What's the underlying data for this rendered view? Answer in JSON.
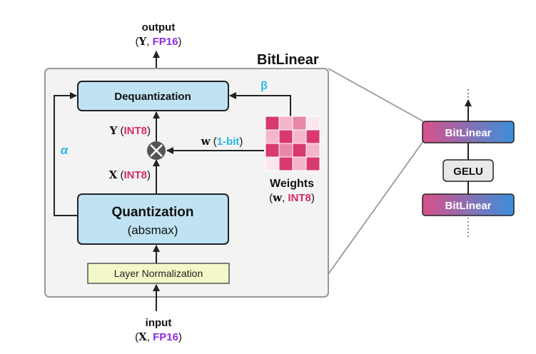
{
  "output": {
    "label": "output",
    "open": "(",
    "var": "Y",
    "sep": ", ",
    "dtype": "FP16",
    "close": ")"
  },
  "input": {
    "label": "input",
    "open": "(",
    "var": "X",
    "sep": ", ",
    "dtype": "FP16",
    "close": ")"
  },
  "block_title": "BitLinear",
  "dequant_label": "Dequantization",
  "quant_label": "Quantization",
  "quant_sub": "(absmax)",
  "layernorm_label": "Layer Normalization",
  "alpha": "α",
  "beta": "β",
  "y_int8": {
    "var": "Y",
    "open": " (",
    "dtype": "INT8",
    "close": ")"
  },
  "x_int8": {
    "var": "X",
    "open": " (",
    "dtype": "INT8",
    "close": ")"
  },
  "w_1bit": {
    "var": "w",
    "open": " (",
    "dtype": "1-bit",
    "close": ")"
  },
  "weights": {
    "label": "Weights",
    "open": "(",
    "var": "w",
    "sep": ", ",
    "dtype": "INT8",
    "close": ")",
    "grid": [
      [
        3,
        1,
        2,
        0
      ],
      [
        1,
        3,
        1,
        3
      ],
      [
        3,
        2,
        3,
        1
      ],
      [
        0,
        3,
        1,
        3
      ]
    ]
  },
  "stack": {
    "top_label": "BitLinear",
    "middle_label": "GELU",
    "bottom_label": "BitLinear"
  },
  "colors": {
    "accent_cyan": "#29b8e6",
    "accent_purple": "#8a2be2",
    "accent_pink": "#d62b67",
    "box_blue": "#bfe3f2",
    "norm_yellow": "#f4f7c8",
    "weight_shades": [
      "#fde7ef",
      "#f4b6cb",
      "#e887a8",
      "#d83a6e"
    ]
  }
}
